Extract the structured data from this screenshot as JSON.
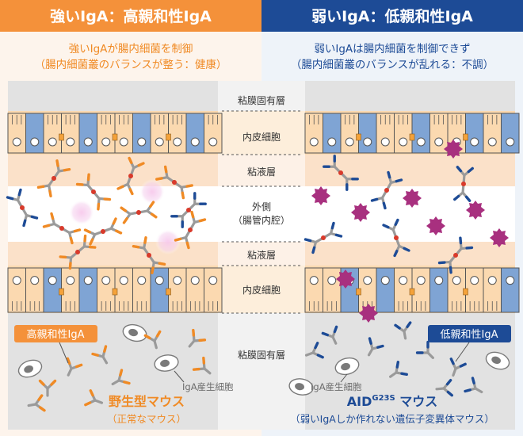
{
  "left": {
    "header": "強いIgA：高親和性IgA",
    "subtitle_line1": "強いIgAが腸内細菌を制御",
    "subtitle_line2": "（腸内細菌叢のバランスが整う：健康）",
    "tag": "高親和性IgA",
    "cell_label": "IgA産生細胞",
    "mouse_name": "野生型マウス",
    "mouse_note": "（正常なマウス）"
  },
  "right": {
    "header": "弱いIgA：低親和性IgA",
    "subtitle_line1": "弱いIgAは腸内細菌を制御できず",
    "subtitle_line2": "（腸内細菌叢のバランスが乱れる：不調）",
    "tag": "低親和性IgA",
    "cell_label": "IgA産生細胞",
    "mouse_name_main": "AID",
    "mouse_name_sup": "G23S",
    "mouse_name_suffix": " マウス",
    "mouse_note": "（弱いIgAしか作れない遺伝子変異体マウス）"
  },
  "layers": {
    "lamina_top": "粘膜固有層",
    "epithelium_top": "内皮細胞",
    "mucus_top": "粘液層",
    "lumen_line1": "外側",
    "lumen_line2": "（腸管内腔）",
    "mucus_bottom": "粘液層",
    "epithelium_bottom": "内皮細胞",
    "lamina_bottom": "粘膜固有層"
  },
  "colors": {
    "left_header": "#f4913a",
    "right_header": "#1d4b96",
    "left_accent": "#f08a24",
    "right_accent": "#1d4b96",
    "epithelial_cell": "#fbd9b0",
    "goblet_cell": "#7fa4d4",
    "bacteria": "#a8307f",
    "mucus": "#fbe1c9",
    "lamina": "#e2e2e2"
  }
}
